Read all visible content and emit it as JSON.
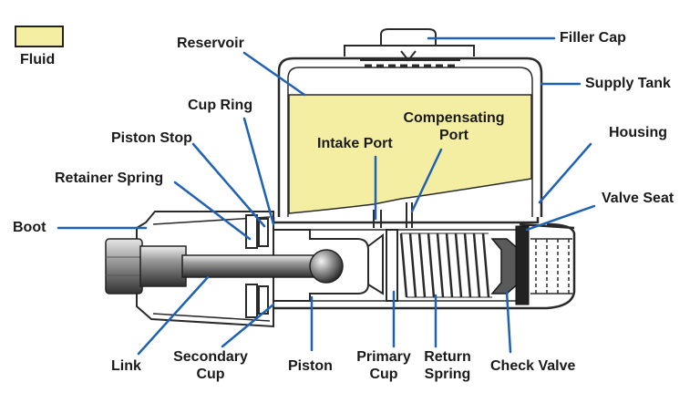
{
  "colors": {
    "fluid": "#f4eea2",
    "leader": "#1f62b4",
    "outline": "#2a2a2a"
  },
  "legend": {
    "label": "Fluid"
  },
  "labels": {
    "filler_cap": "Filler Cap",
    "supply_tank": "Supply Tank",
    "reservoir": "Reservoir",
    "cup_ring": "Cup Ring",
    "compensating_port_line1": "Compensating",
    "compensating_port_line2": "Port",
    "intake_port": "Intake Port",
    "piston_stop": "Piston Stop",
    "housing": "Housing",
    "retainer_spring": "Retainer Spring",
    "valve_seat": "Valve Seat",
    "boot": "Boot",
    "link": "Link",
    "secondary_cup_line1": "Secondary",
    "secondary_cup_line2": "Cup",
    "piston": "Piston",
    "primary_cup_line1": "Primary",
    "primary_cup_line2": "Cup",
    "return_spring_line1": "Return",
    "return_spring_line2": "Spring",
    "check_valve": "Check Valve"
  }
}
